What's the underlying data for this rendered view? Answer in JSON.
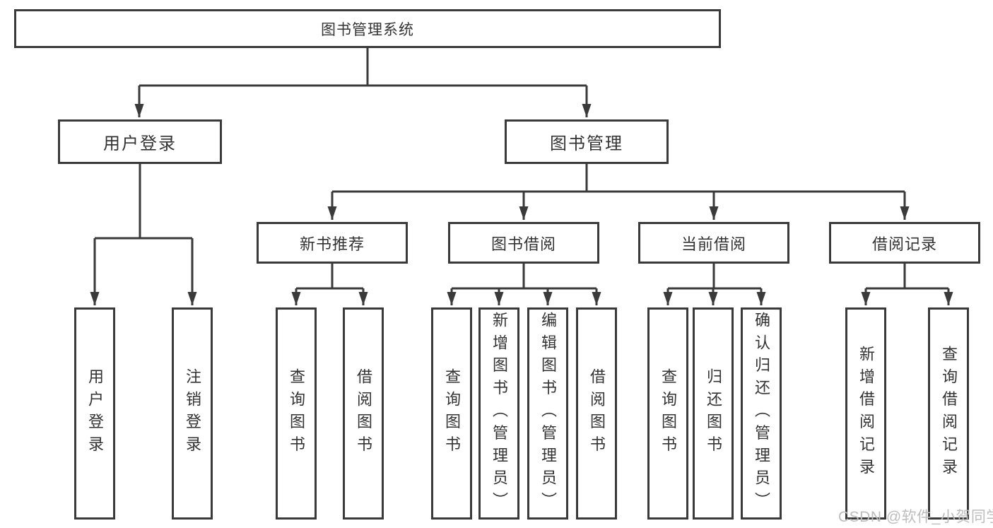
{
  "colors": {
    "line": "#3a3a3a",
    "text": "#333333",
    "watermark": "#bdbdbd",
    "background": "#ffffff"
  },
  "watermark": "CSDN @软件_小贺同学",
  "tree": {
    "label": "图书管理系统",
    "children": [
      {
        "label": "用户登录",
        "children": [
          {
            "label": "用户登录"
          },
          {
            "label": "注销登录"
          }
        ]
      },
      {
        "label": "图书管理",
        "children": [
          {
            "label": "新书推荐",
            "children": [
              {
                "label": "查询图书"
              },
              {
                "label": "借阅图书"
              }
            ]
          },
          {
            "label": "图书借阅",
            "children": [
              {
                "label": "查询图书"
              },
              {
                "label": "新增图书（管理员）"
              },
              {
                "label": "编辑图书（管理员）"
              },
              {
                "label": "借阅图书"
              }
            ]
          },
          {
            "label": "当前借阅",
            "children": [
              {
                "label": "查询图书"
              },
              {
                "label": "归还图书"
              },
              {
                "label": "确认归还（管理员）"
              }
            ]
          },
          {
            "label": "借阅记录",
            "children": [
              {
                "label": "新增借阅记录"
              },
              {
                "label": "查询借阅记录"
              }
            ]
          }
        ]
      }
    ]
  }
}
